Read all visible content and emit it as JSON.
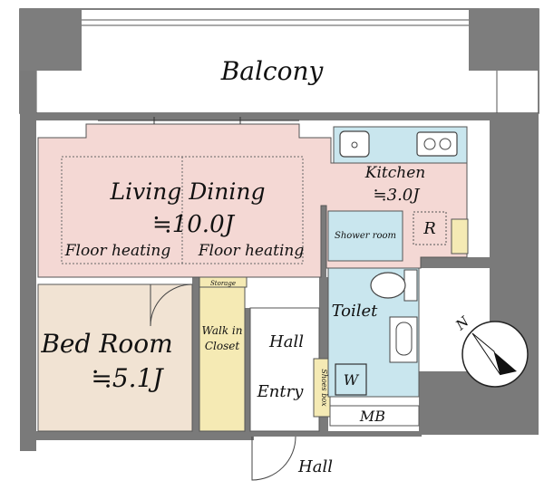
{
  "plan": {
    "balcony": "Balcony",
    "living_dining": {
      "name": "Living Dining",
      "size": "≒10.0J",
      "floor_left": "Floor heating",
      "floor_right": "Floor heating"
    },
    "kitchen": {
      "name": "Kitchen",
      "size": "≒3.0J",
      "fridge": "R"
    },
    "bedroom": {
      "name": "Bed Room",
      "size": "≒5.1J"
    },
    "storage": "Storage",
    "walk_in_closet": [
      "Walk in",
      "Closet"
    ],
    "shower_room": "Shower room",
    "toilet": "Toilet",
    "washer": "W",
    "hall_inner": "Hall",
    "entry": "Entry",
    "shoes_box": "Shoes box",
    "mb": "MB",
    "hall_outer": "Hall",
    "compass": "N"
  },
  "colors": {
    "living": "#f4d8d4",
    "bedroom": "#f1e3d3",
    "closet": "#f5eab4",
    "wet": "#c9e6ee",
    "wall": "#7a7a7a"
  }
}
